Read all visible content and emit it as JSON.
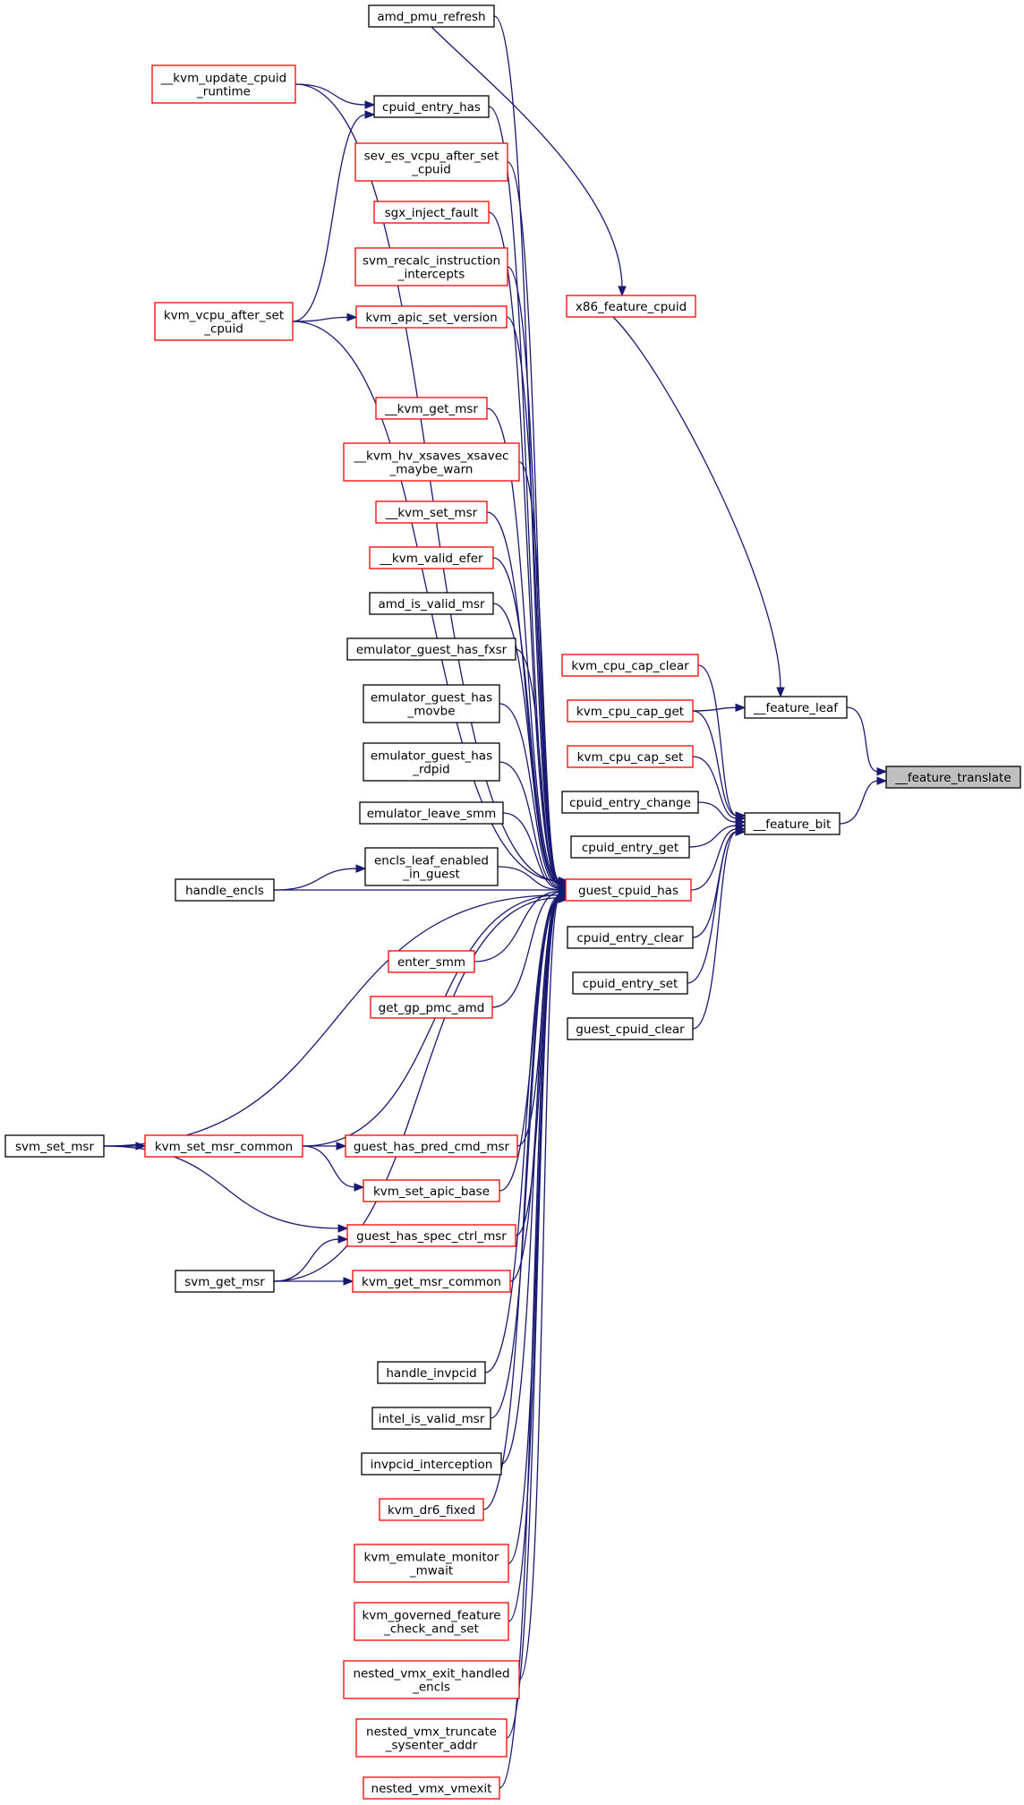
{
  "colors": {
    "edge": "#191970",
    "node_border_default": "#000000",
    "node_border_truncated": "#ff0000",
    "node_fill": "#ffffff",
    "focus_fill": "#bfbfbf",
    "text": "#000000"
  },
  "nodes": [
    {
      "id": "amd_pmu_refresh",
      "lines": [
        "amd_pmu_refresh"
      ],
      "style": "default"
    },
    {
      "id": "kvm_update_cpuid_runtime",
      "lines": [
        "__kvm_update_cpuid",
        "_runtime"
      ],
      "style": "truncated"
    },
    {
      "id": "cpuid_entry_has",
      "lines": [
        "cpuid_entry_has"
      ],
      "style": "default"
    },
    {
      "id": "sev_es_vcpu_after_set_cpuid",
      "lines": [
        "sev_es_vcpu_after_set",
        "_cpuid"
      ],
      "style": "truncated"
    },
    {
      "id": "sgx_inject_fault",
      "lines": [
        "sgx_inject_fault"
      ],
      "style": "truncated"
    },
    {
      "id": "svm_recalc_instruction_intercepts",
      "lines": [
        "svm_recalc_instruction",
        "_intercepts"
      ],
      "style": "truncated"
    },
    {
      "id": "x86_feature_cpuid",
      "lines": [
        "x86_feature_cpuid"
      ],
      "style": "truncated"
    },
    {
      "id": "kvm_vcpu_after_set_cpuid",
      "lines": [
        "kvm_vcpu_after_set",
        "_cpuid"
      ],
      "style": "truncated"
    },
    {
      "id": "kvm_apic_set_version",
      "lines": [
        "kvm_apic_set_version"
      ],
      "style": "truncated"
    },
    {
      "id": "kvm_get_msr_u",
      "lines": [
        "__kvm_get_msr"
      ],
      "style": "truncated"
    },
    {
      "id": "kvm_hv_xsaves_xsavec_maybe_warn",
      "lines": [
        "__kvm_hv_xsaves_xsavec",
        "_maybe_warn"
      ],
      "style": "truncated"
    },
    {
      "id": "kvm_set_msr_u",
      "lines": [
        "__kvm_set_msr"
      ],
      "style": "truncated"
    },
    {
      "id": "kvm_valid_efer_u",
      "lines": [
        "__kvm_valid_efer"
      ],
      "style": "truncated"
    },
    {
      "id": "amd_is_valid_msr",
      "lines": [
        "amd_is_valid_msr"
      ],
      "style": "default"
    },
    {
      "id": "emulator_guest_has_fxsr",
      "lines": [
        "emulator_guest_has_fxsr"
      ],
      "style": "default"
    },
    {
      "id": "kvm_cpu_cap_clear",
      "lines": [
        "kvm_cpu_cap_clear"
      ],
      "style": "truncated"
    },
    {
      "id": "emulator_guest_has_movbe",
      "lines": [
        "emulator_guest_has",
        "_movbe"
      ],
      "style": "default"
    },
    {
      "id": "feature_leaf",
      "lines": [
        "__feature_leaf"
      ],
      "style": "default"
    },
    {
      "id": "kvm_cpu_cap_get",
      "lines": [
        "kvm_cpu_cap_get"
      ],
      "style": "truncated"
    },
    {
      "id": "emulator_guest_has_rdpid",
      "lines": [
        "emulator_guest_has",
        "_rdpid"
      ],
      "style": "default"
    },
    {
      "id": "kvm_cpu_cap_set",
      "lines": [
        "kvm_cpu_cap_set"
      ],
      "style": "truncated"
    },
    {
      "id": "feature_translate",
      "lines": [
        "__feature_translate"
      ],
      "style": "focus"
    },
    {
      "id": "cpuid_entry_change",
      "lines": [
        "cpuid_entry_change"
      ],
      "style": "default"
    },
    {
      "id": "emulator_leave_smm",
      "lines": [
        "emulator_leave_smm"
      ],
      "style": "default"
    },
    {
      "id": "feature_bit",
      "lines": [
        "__feature_bit"
      ],
      "style": "default"
    },
    {
      "id": "cpuid_entry_get",
      "lines": [
        "cpuid_entry_get"
      ],
      "style": "default"
    },
    {
      "id": "encls_leaf_enabled_in_guest",
      "lines": [
        "encls_leaf_enabled",
        "_in_guest"
      ],
      "style": "default"
    },
    {
      "id": "handle_encls",
      "lines": [
        "handle_encls"
      ],
      "style": "default"
    },
    {
      "id": "guest_cpuid_has",
      "lines": [
        "guest_cpuid_has"
      ],
      "style": "truncated"
    },
    {
      "id": "cpuid_entry_clear",
      "lines": [
        "cpuid_entry_clear"
      ],
      "style": "default"
    },
    {
      "id": "enter_smm",
      "lines": [
        "enter_smm"
      ],
      "style": "truncated"
    },
    {
      "id": "cpuid_entry_set",
      "lines": [
        "cpuid_entry_set"
      ],
      "style": "default"
    },
    {
      "id": "get_gp_pmc_amd",
      "lines": [
        "get_gp_pmc_amd"
      ],
      "style": "truncated"
    },
    {
      "id": "guest_cpuid_clear",
      "lines": [
        "guest_cpuid_clear"
      ],
      "style": "default"
    },
    {
      "id": "svm_set_msr",
      "lines": [
        "svm_set_msr"
      ],
      "style": "default"
    },
    {
      "id": "kvm_set_msr_common",
      "lines": [
        "kvm_set_msr_common"
      ],
      "style": "truncated"
    },
    {
      "id": "guest_has_pred_cmd_msr",
      "lines": [
        "guest_has_pred_cmd_msr"
      ],
      "style": "truncated"
    },
    {
      "id": "kvm_set_apic_base",
      "lines": [
        "kvm_set_apic_base"
      ],
      "style": "truncated"
    },
    {
      "id": "guest_has_spec_ctrl_msr",
      "lines": [
        "guest_has_spec_ctrl_msr"
      ],
      "style": "truncated"
    },
    {
      "id": "svm_get_msr",
      "lines": [
        "svm_get_msr"
      ],
      "style": "default"
    },
    {
      "id": "kvm_get_msr_common",
      "lines": [
        "kvm_get_msr_common"
      ],
      "style": "truncated"
    },
    {
      "id": "handle_invpcid",
      "lines": [
        "handle_invpcid"
      ],
      "style": "default"
    },
    {
      "id": "intel_is_valid_msr",
      "lines": [
        "intel_is_valid_msr"
      ],
      "style": "default"
    },
    {
      "id": "invpcid_interception",
      "lines": [
        "invpcid_interception"
      ],
      "style": "default"
    },
    {
      "id": "kvm_dr6_fixed",
      "lines": [
        "kvm_dr6_fixed"
      ],
      "style": "truncated"
    },
    {
      "id": "kvm_emulate_monitor_mwait",
      "lines": [
        "kvm_emulate_monitor",
        "_mwait"
      ],
      "style": "truncated"
    },
    {
      "id": "kvm_governed_feature_check_and_set",
      "lines": [
        "kvm_governed_feature",
        "_check_and_set"
      ],
      "style": "truncated"
    },
    {
      "id": "nested_vmx_exit_handled_encls",
      "lines": [
        "nested_vmx_exit_handled",
        "_encls"
      ],
      "style": "truncated"
    },
    {
      "id": "nested_vmx_truncate_sysenter_addr",
      "lines": [
        "nested_vmx_truncate",
        "_sysenter_addr"
      ],
      "style": "truncated"
    },
    {
      "id": "nested_vmx_vmexit",
      "lines": [
        "nested_vmx_vmexit"
      ],
      "style": "truncated"
    }
  ],
  "edges": [
    {
      "from": "feature_leaf",
      "to": "feature_translate"
    },
    {
      "from": "feature_bit",
      "to": "feature_translate"
    },
    {
      "from": "x86_feature_cpuid",
      "to": "feature_leaf"
    },
    {
      "from": "kvm_cpu_cap_get",
      "to": "feature_leaf"
    },
    {
      "from": "kvm_cpu_cap_clear",
      "to": "feature_bit"
    },
    {
      "from": "kvm_cpu_cap_get",
      "to": "feature_bit"
    },
    {
      "from": "kvm_cpu_cap_set",
      "to": "feature_bit"
    },
    {
      "from": "cpuid_entry_change",
      "to": "feature_bit"
    },
    {
      "from": "cpuid_entry_get",
      "to": "feature_bit"
    },
    {
      "from": "guest_cpuid_has",
      "to": "feature_bit"
    },
    {
      "from": "cpuid_entry_clear",
      "to": "feature_bit"
    },
    {
      "from": "cpuid_entry_set",
      "to": "feature_bit"
    },
    {
      "from": "guest_cpuid_clear",
      "to": "feature_bit"
    },
    {
      "from": "amd_pmu_refresh",
      "to": "x86_feature_cpuid"
    },
    {
      "from": "kvm_update_cpuid_runtime",
      "to": "cpuid_entry_has"
    },
    {
      "from": "kvm_vcpu_after_set_cpuid",
      "to": "cpuid_entry_has"
    },
    {
      "from": "kvm_vcpu_after_set_cpuid",
      "to": "kvm_apic_set_version"
    },
    {
      "from": "encls_leaf_enabled_in_guest",
      "to": "guest_cpuid_has"
    },
    {
      "from": "handle_encls",
      "to": "encls_leaf_enabled_in_guest"
    },
    {
      "from": "handle_encls",
      "to": "guest_cpuid_has"
    },
    {
      "from": "svm_set_msr",
      "to": "kvm_set_msr_common"
    },
    {
      "from": "svm_set_msr",
      "to": "guest_has_spec_ctrl_msr"
    },
    {
      "from": "svm_set_msr",
      "to": "guest_cpuid_has"
    },
    {
      "from": "kvm_set_msr_common",
      "to": "guest_has_pred_cmd_msr"
    },
    {
      "from": "kvm_set_msr_common",
      "to": "kvm_set_apic_base"
    },
    {
      "from": "kvm_set_msr_common",
      "to": "guest_cpuid_has"
    },
    {
      "from": "svm_get_msr",
      "to": "guest_has_spec_ctrl_msr"
    },
    {
      "from": "svm_get_msr",
      "to": "kvm_get_msr_common"
    },
    {
      "from": "svm_get_msr",
      "to": "guest_cpuid_has"
    },
    {
      "from": "amd_pmu_refresh",
      "to": "guest_cpuid_has"
    },
    {
      "from": "kvm_update_cpuid_runtime",
      "to": "guest_cpuid_has"
    },
    {
      "from": "cpuid_entry_has",
      "to": "guest_cpuid_has"
    },
    {
      "from": "sev_es_vcpu_after_set_cpuid",
      "to": "guest_cpuid_has"
    },
    {
      "from": "sgx_inject_fault",
      "to": "guest_cpuid_has"
    },
    {
      "from": "svm_recalc_instruction_intercepts",
      "to": "guest_cpuid_has"
    },
    {
      "from": "kvm_apic_set_version",
      "to": "guest_cpuid_has"
    },
    {
      "from": "kvm_vcpu_after_set_cpuid",
      "to": "guest_cpuid_has"
    },
    {
      "from": "kvm_get_msr_u",
      "to": "guest_cpuid_has"
    },
    {
      "from": "kvm_hv_xsaves_xsavec_maybe_warn",
      "to": "guest_cpuid_has"
    },
    {
      "from": "kvm_set_msr_u",
      "to": "guest_cpuid_has"
    },
    {
      "from": "kvm_valid_efer_u",
      "to": "guest_cpuid_has"
    },
    {
      "from": "amd_is_valid_msr",
      "to": "guest_cpuid_has"
    },
    {
      "from": "emulator_guest_has_fxsr",
      "to": "guest_cpuid_has"
    },
    {
      "from": "emulator_guest_has_movbe",
      "to": "guest_cpuid_has"
    },
    {
      "from": "emulator_guest_has_rdpid",
      "to": "guest_cpuid_has"
    },
    {
      "from": "emulator_leave_smm",
      "to": "guest_cpuid_has"
    },
    {
      "from": "enter_smm",
      "to": "guest_cpuid_has"
    },
    {
      "from": "get_gp_pmc_amd",
      "to": "guest_cpuid_has"
    },
    {
      "from": "guest_has_pred_cmd_msr",
      "to": "guest_cpuid_has"
    },
    {
      "from": "kvm_set_apic_base",
      "to": "guest_cpuid_has"
    },
    {
      "from": "guest_has_spec_ctrl_msr",
      "to": "guest_cpuid_has"
    },
    {
      "from": "kvm_get_msr_common",
      "to": "guest_cpuid_has"
    },
    {
      "from": "handle_invpcid",
      "to": "guest_cpuid_has"
    },
    {
      "from": "intel_is_valid_msr",
      "to": "guest_cpuid_has"
    },
    {
      "from": "invpcid_interception",
      "to": "guest_cpuid_has"
    },
    {
      "from": "kvm_dr6_fixed",
      "to": "guest_cpuid_has"
    },
    {
      "from": "kvm_emulate_monitor_mwait",
      "to": "guest_cpuid_has"
    },
    {
      "from": "kvm_governed_feature_check_and_set",
      "to": "guest_cpuid_has"
    },
    {
      "from": "nested_vmx_exit_handled_encls",
      "to": "guest_cpuid_has"
    },
    {
      "from": "nested_vmx_truncate_sysenter_addr",
      "to": "guest_cpuid_has"
    },
    {
      "from": "nested_vmx_vmexit",
      "to": "guest_cpuid_has"
    }
  ]
}
